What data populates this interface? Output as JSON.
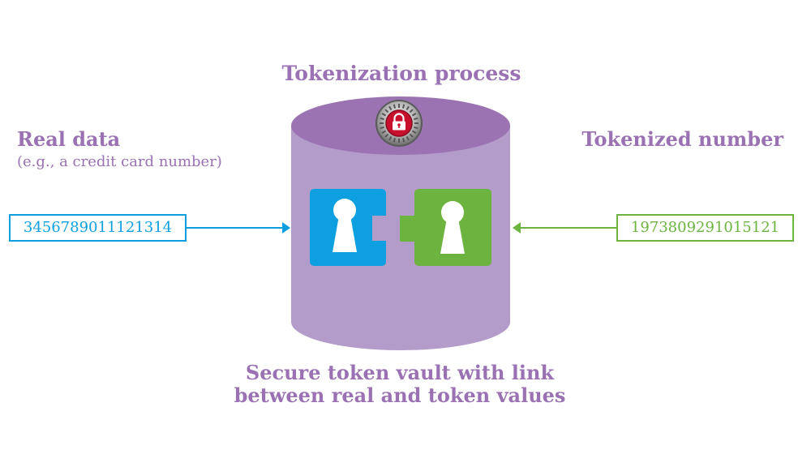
{
  "title": "Tokenization process",
  "real_data": {
    "heading": "Real data",
    "subheading": "(e.g., a credit card number)",
    "value": "3456789011121314"
  },
  "tokenized": {
    "heading": "Tokenized number",
    "value": "1973809291015121"
  },
  "vault_caption": {
    "line1": "Secure token vault with link",
    "line2": "between real and token values"
  },
  "colors": {
    "vault_body": "#b39bca",
    "vault_top": "#9b73b2",
    "text_purple": "#9a72b3",
    "real_blue": "#0e9fe0",
    "token_green": "#6cb33f",
    "lock_red": "#c8102e"
  },
  "icons": {
    "lock": "padlock-dial-icon",
    "blue_piece": "blue-puzzle-keyhole-icon",
    "green_piece": "green-puzzle-keyhole-icon"
  }
}
